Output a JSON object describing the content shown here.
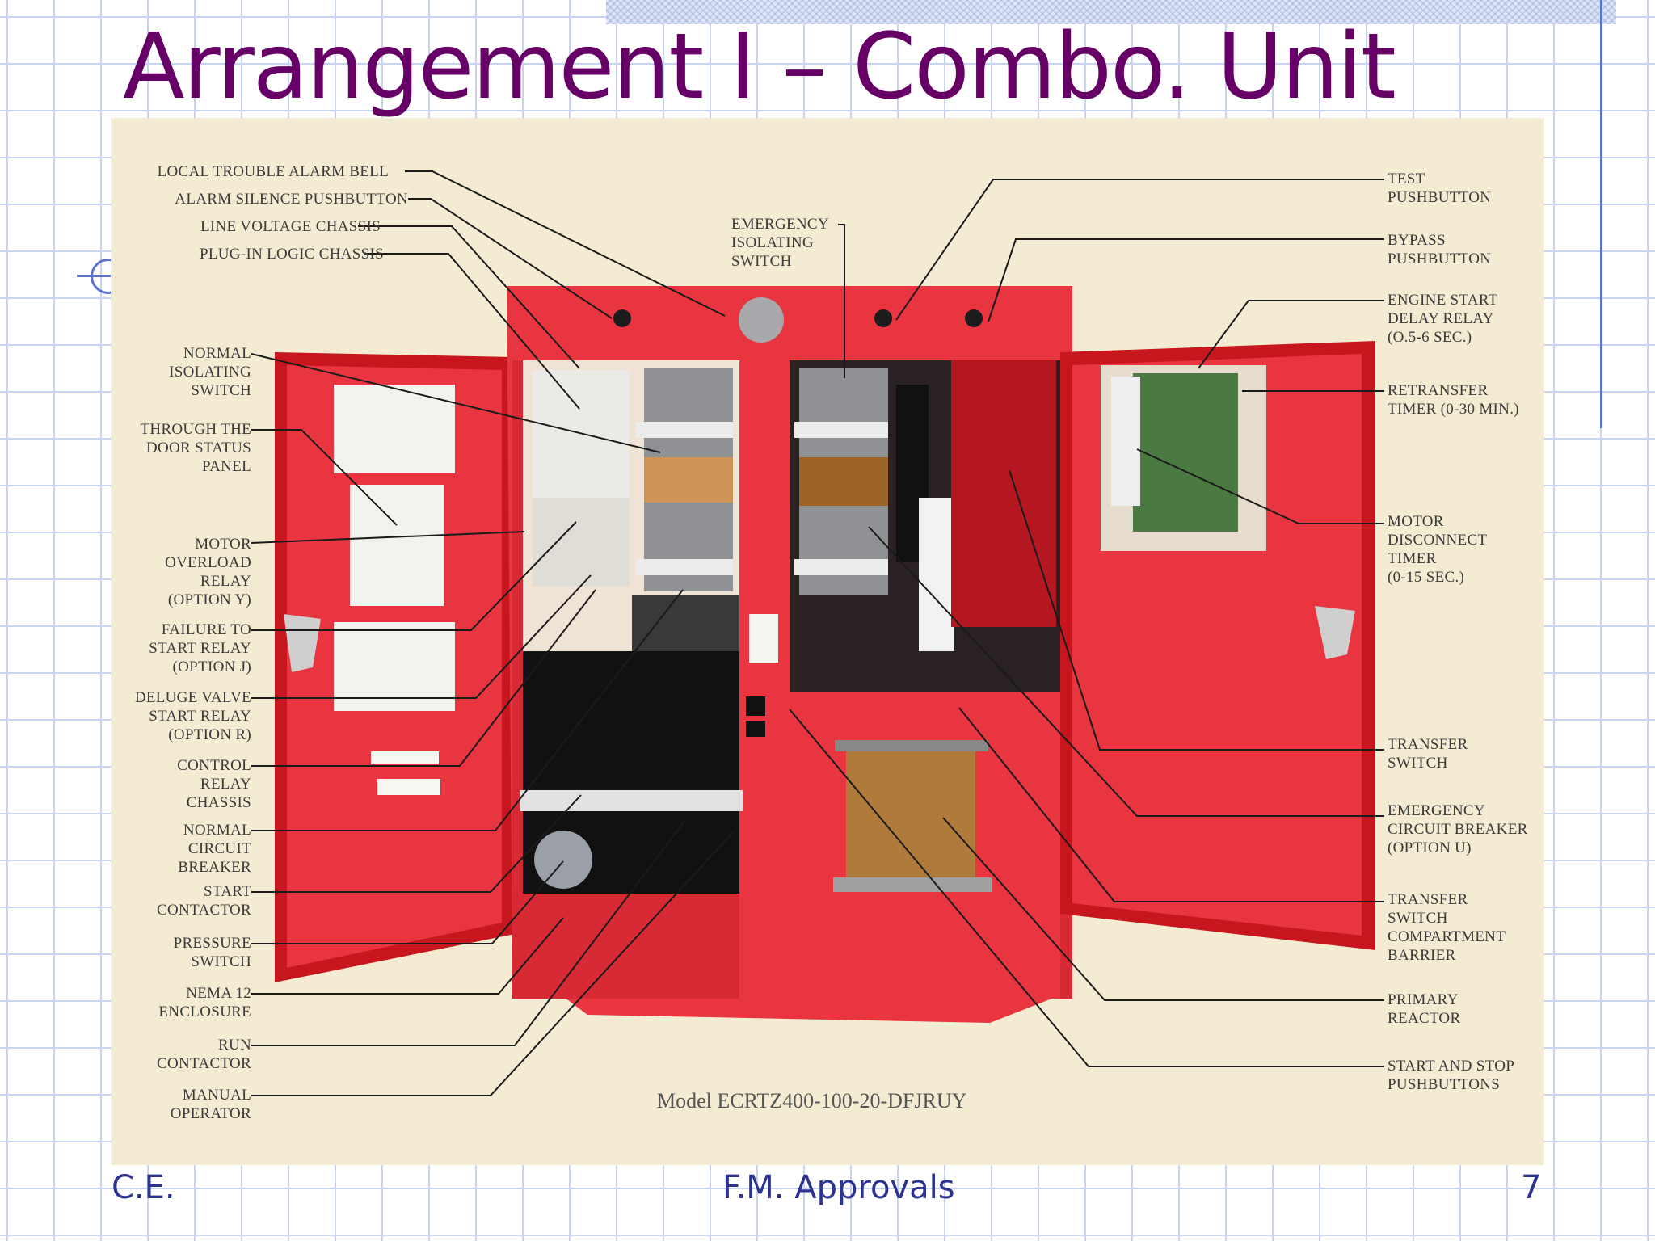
{
  "slide": {
    "title": "Arrangement I – Combo. Unit",
    "model_caption": "Model ECRTZ400-100-20-DFJRUY",
    "footer": {
      "left": "C.E.",
      "center": "F.M. Approvals",
      "page_number": "7"
    }
  },
  "labels_left": [
    {
      "lines": [
        "LOCAL TROUBLE ALARM BELL"
      ]
    },
    {
      "lines": [
        "ALARM SILENCE PUSHBUTTON"
      ]
    },
    {
      "lines": [
        "LINE VOLTAGE CHASSIS"
      ]
    },
    {
      "lines": [
        "PLUG-IN LOGIC CHASSIS"
      ]
    },
    {
      "lines": [
        "NORMAL",
        "ISOLATING",
        "SWITCH"
      ]
    },
    {
      "lines": [
        "THROUGH THE",
        "DOOR STATUS",
        "PANEL"
      ]
    },
    {
      "lines": [
        "MOTOR",
        "OVERLOAD",
        "RELAY",
        "(OPTION Y)"
      ]
    },
    {
      "lines": [
        "FAILURE TO",
        "START RELAY",
        "(OPTION J)"
      ]
    },
    {
      "lines": [
        "DELUGE VALVE",
        "START RELAY",
        "(OPTION R)"
      ]
    },
    {
      "lines": [
        "CONTROL",
        "RELAY",
        "CHASSIS"
      ]
    },
    {
      "lines": [
        "NORMAL",
        "CIRCUIT",
        "BREAKER"
      ]
    },
    {
      "lines": [
        "START",
        "CONTACTOR"
      ]
    },
    {
      "lines": [
        "PRESSURE",
        "SWITCH"
      ]
    },
    {
      "lines": [
        "NEMA 12",
        "ENCLOSURE"
      ]
    },
    {
      "lines": [
        "RUN",
        "CONTACTOR"
      ]
    },
    {
      "lines": [
        "MANUAL",
        "OPERATOR"
      ]
    }
  ],
  "labels_center": [
    {
      "lines": [
        "EMERGENCY",
        "ISOLATING",
        "SWITCH"
      ]
    }
  ],
  "labels_right": [
    {
      "lines": [
        "TEST",
        "PUSHBUTTON"
      ]
    },
    {
      "lines": [
        "BYPASS",
        "PUSHBUTTON"
      ]
    },
    {
      "lines": [
        "ENGINE START",
        "DELAY RELAY",
        "(O.5-6 SEC.)"
      ]
    },
    {
      "lines": [
        "RETRANSFER",
        "TIMER (0-30 MIN.)"
      ]
    },
    {
      "lines": [
        "MOTOR",
        "DISCONNECT",
        "TIMER",
        "(0-15 SEC.)"
      ]
    },
    {
      "lines": [
        "TRANSFER",
        "SWITCH"
      ]
    },
    {
      "lines": [
        "EMERGENCY",
        "CIRCUIT BREAKER",
        "(OPTION U)"
      ]
    },
    {
      "lines": [
        "TRANSFER",
        "SWITCH",
        "COMPARTMENT",
        "BARRIER"
      ]
    },
    {
      "lines": [
        "PRIMARY",
        "REACTOR"
      ]
    },
    {
      "lines": [
        "START AND STOP",
        "PUSHBUTTONS"
      ]
    }
  ],
  "colors": {
    "title": "#660066",
    "footer": "#2b3290",
    "enclosure_red": "#e8353f",
    "photo_background": "#f4ecd2",
    "grid_line": "#c8d4ee"
  }
}
